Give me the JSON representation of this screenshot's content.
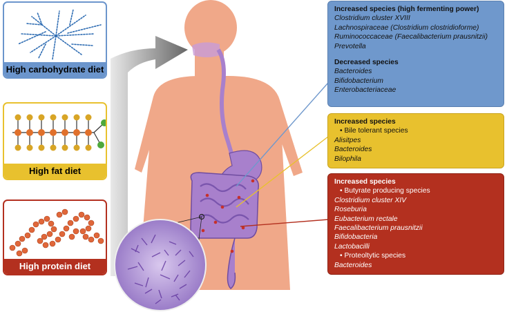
{
  "diets": {
    "carb_label": "High carbohydrate diet",
    "fat_label": "High fat diet",
    "protein_label": "High protein diet"
  },
  "carb_box": {
    "heading1": "Increased species (high fermenting power)",
    "items1": [
      "Clostridium cluster XVIII",
      "Lachnospiraceae (Clostridium clostridioforme)",
      "Ruminococcaceae (Faecalibacterium prausnitzii)",
      "Prevotella"
    ],
    "heading2": "Decreased species",
    "items2": [
      "Bacteroides",
      "Bifidobacterium",
      "Enterobacteriaceae"
    ]
  },
  "fat_box": {
    "heading": "Increased species",
    "bullet": "• Bile tolerant species",
    "items": [
      "Alisitpes",
      "Bacteroides",
      "Bilophila"
    ]
  },
  "protein_box": {
    "heading": "Increased species",
    "bullet1": "• Butyrate producing species",
    "items1": [
      "Clostridium cluster XIV",
      "Roseburia",
      "Eubacterium rectale",
      "Faecalibacterium prausnitzii",
      "Bifidobacteria",
      "Lactobacilli"
    ],
    "bullet2": "• Proteoltytic species",
    "items2": [
      "Bacteroides"
    ]
  },
  "colors": {
    "carb": "#6f98cc",
    "fat": "#e8c12e",
    "protein": "#b3301f",
    "skin": "#f0a889",
    "gut": "#a880cc"
  }
}
